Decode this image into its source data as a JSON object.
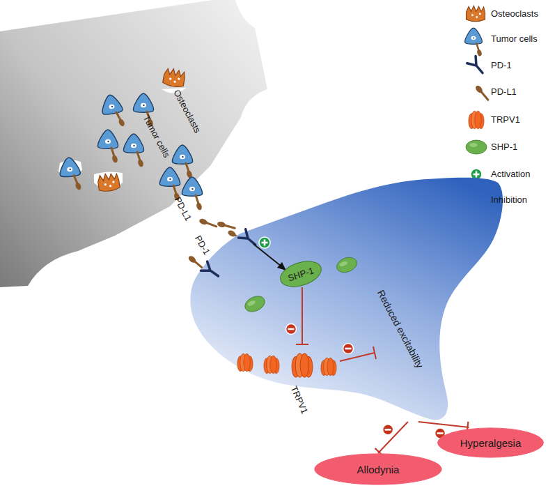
{
  "diagram": {
    "nodes": [
      {
        "text": [
          "Reduced excitability"
        ]
      },
      {
        "text": [
          "SHP-1"
        ],
        "in": 0
      },
      {
        "text": [
          "Hyperalgesia"
        ]
      },
      {
        "text": [
          "Allodynia"
        ]
      }
    ],
    "edges": [
      {
        "from": 0,
        "to": 2,
        "arrow": "to"
      },
      {
        "from": 0,
        "to": 3,
        "arrow": "to"
      }
    ],
    "labels": [
      "Osteoclasts",
      "Tumor cells",
      "PD-L1",
      "PD-1",
      "TRPV1"
    ],
    "legend": [
      {
        "text": "Osteoclasts"
      },
      {
        "text": "Tumor cells"
      },
      {
        "text": "PD-1"
      },
      {
        "text": "PD-L1"
      },
      {
        "text": "TRPV1"
      },
      {
        "text": "SHP-1"
      },
      {
        "text": "Activation"
      },
      {
        "text": "Inhibition"
      }
    ]
  }
}
